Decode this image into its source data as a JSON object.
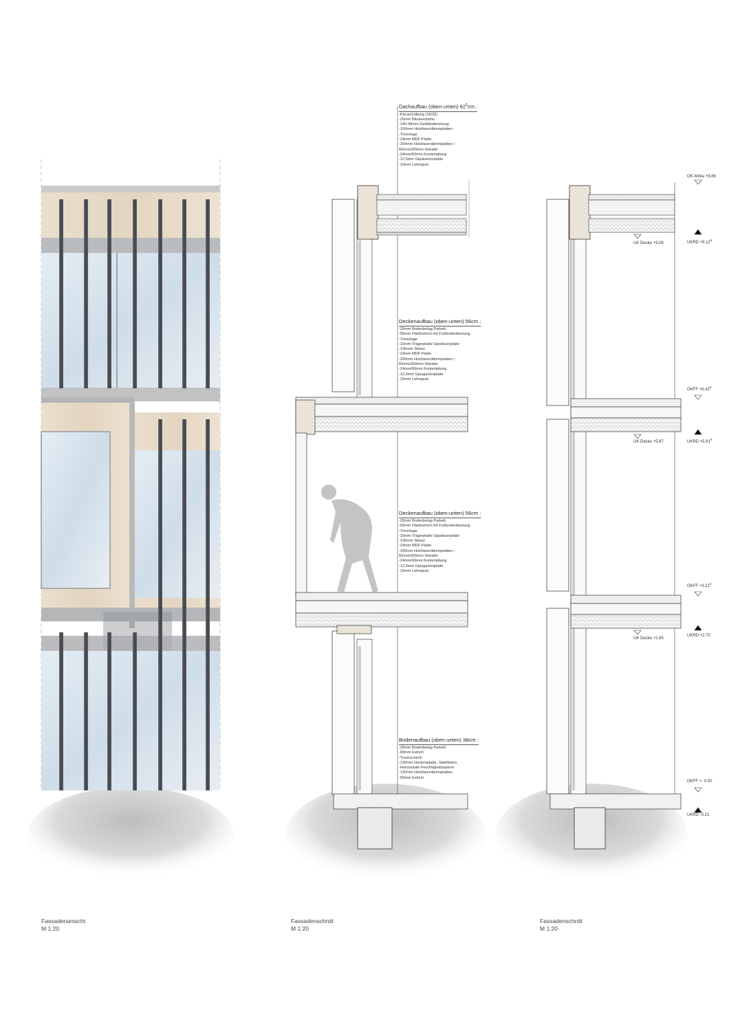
{
  "specs": {
    "roof": {
      "title": "Dachaufbau (oben-unten) 62",
      "title_sup": "5",
      "title_unit": "cm :",
      "lines": [
        "-Kiesschüttung (16/32)",
        "-20mm Bitumenbahn",
        "-140-40mm Gefälledämmung",
        "-150mm Holzfaserdämmplatten",
        "-Trennlage",
        "-24mm MDF-Platte",
        "-200mm Holzfaserdämmplatten /",
        "  60mm/200mm Ständer",
        "-24mm/60mm Konterlattung",
        "-12,5mm Gipskartonplatte",
        "-10mm Lehmputz"
      ]
    },
    "ceiling_upper": {
      "title": "Deckenaufbau (oben-unten) 56cm :",
      "lines": [
        "-20mm Bodenbelag Parkett",
        "-55mm Fließestrich mit Fußbodenheizung",
        "-Trennlage",
        "-10mm Trägerplatte Gipsfaserplatte",
        "-196mm Stütze",
        "-24mm MDF-Platte",
        "-200mm Holzfaserdämmplatten /",
        "  60mm/200mm Ständer",
        "-24mm/60mm Konterlattung",
        "-12,5mm Gipsgartonplatte",
        "-10mm Lehmputz"
      ]
    },
    "ceiling_lower": {
      "title": "Deckenaufbau (oben-unten) 56cm :",
      "lines": [
        "-20mm Bodenbelag Parkett",
        "-55mm Fließestrich mit Fußbodenheizung",
        "-Trennlage",
        "-10mm Trägerplatte Gipsfaserplatte",
        "-196mm Stütze",
        "-24mm MDF-Platte",
        "-200mm Holzfaserdämmplatten /",
        "  60mm/200mm Ständer",
        "-24mm/60mm Konterlattung",
        "-12,5mm Gipsgartonplatte",
        "-10mm Lehmputz"
      ]
    },
    "floor": {
      "title": "Bodenaufbau (oben-unten) 38cm :",
      "lines": [
        "-20mm Bodenbelag Parkett",
        "-60mm Estrich",
        "-Trennschicht",
        "-130mm Deckenplatte, Stahlbeton",
        "-Horizontale Feuchtigkeitssperre",
        "-120mm Holzfaserdämmplatten",
        "-50mm Estrich"
      ]
    }
  },
  "levels": {
    "ok_attika": "OK Attika +9.86",
    "ukrd_912": "UKRD +9.12",
    "ukrd_912_sup": "6",
    "uk_decke_908": "UK Decke +9,08",
    "okff_642": "OKFF +6.42",
    "okff_642_sup": "6",
    "ukrd_591": "UKRD +5.91",
    "ukrd_591_sup": "5",
    "uk_decke_587": "UK Decke +5.87",
    "okff_321": "OKFF +3.21",
    "okff_321_sup": "3",
    "ukrd_270": "UKRD +2.70",
    "uk_decke_265": "UK Decke +2.65",
    "okff_000": "OKFF +- 0.00",
    "ukrd_021": "UKRD -0.21"
  },
  "captions": [
    {
      "title": "Fassadenansicht",
      "scale": "M 1:20"
    },
    {
      "title": "Fassadenschnitt",
      "scale": "M 1:20"
    },
    {
      "title": "Fassadenschnitt",
      "scale": "M 1:20"
    }
  ],
  "colors": {
    "wood": "#e9ddcb",
    "glass": "#d8e4ee",
    "steel": "#4a4d52",
    "frame": "#9a9a9a",
    "line": "#333333",
    "ground": "#cfcfcf"
  }
}
